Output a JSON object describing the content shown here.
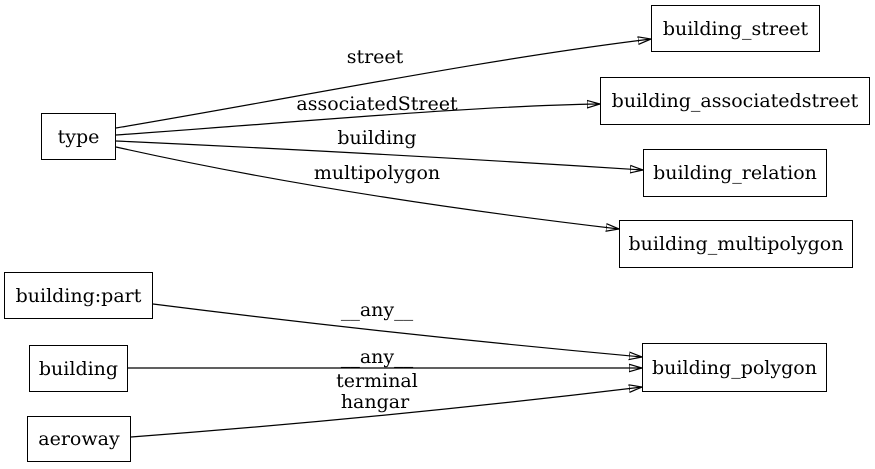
{
  "diagram": {
    "background_color": "#ffffff",
    "line_color": "#000000",
    "text_color": "#000000",
    "nodes": [
      {
        "id": "type",
        "label": "type"
      },
      {
        "id": "building_street",
        "label": "building_street"
      },
      {
        "id": "building_associatedstreet",
        "label": "building_associatedstreet"
      },
      {
        "id": "building_relation",
        "label": "building_relation"
      },
      {
        "id": "building_multipolygon",
        "label": "building_multipolygon"
      },
      {
        "id": "building:part",
        "label": "building:part"
      },
      {
        "id": "building",
        "label": "building"
      },
      {
        "id": "aeroway",
        "label": "aeroway"
      },
      {
        "id": "building_polygon",
        "label": "building_polygon"
      }
    ],
    "edges": [
      {
        "from": "type",
        "to": "building_street",
        "label_lines": [
          "street"
        ]
      },
      {
        "from": "type",
        "to": "building_associatedstreet",
        "label_lines": [
          "associatedStreet"
        ]
      },
      {
        "from": "type",
        "to": "building_relation",
        "label_lines": [
          "building"
        ]
      },
      {
        "from": "type",
        "to": "building_multipolygon",
        "label_lines": [
          "multipolygon"
        ]
      },
      {
        "from": "building:part",
        "to": "building_polygon",
        "label_lines": [
          "__any__"
        ]
      },
      {
        "from": "building",
        "to": "building_polygon",
        "label_lines": [
          "__any__"
        ]
      },
      {
        "from": "aeroway",
        "to": "building_polygon",
        "label_lines": [
          "terminal",
          "hangar"
        ]
      }
    ]
  }
}
